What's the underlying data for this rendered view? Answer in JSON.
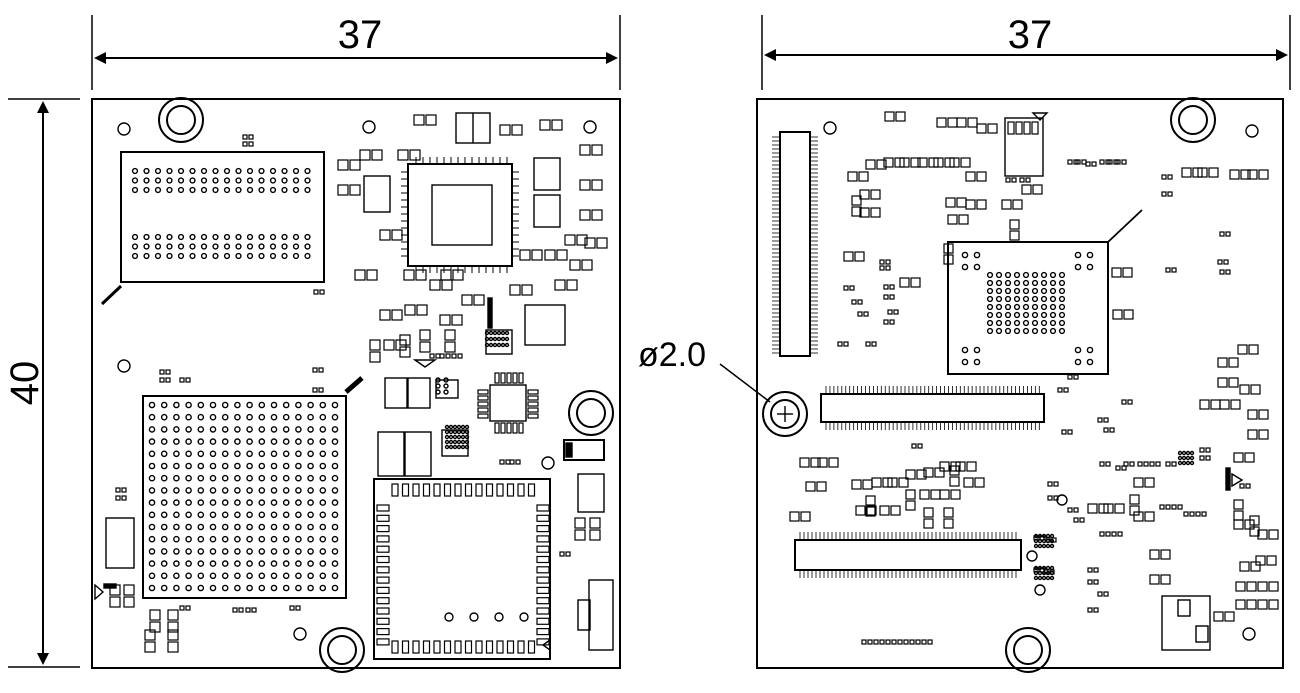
{
  "dimensions": {
    "top_view_width": "37",
    "bottom_view_width": "37",
    "height": "40",
    "hole_diameter": "ø2.0"
  },
  "colors": {
    "ink": "#000000",
    "paper": "#ffffff"
  }
}
